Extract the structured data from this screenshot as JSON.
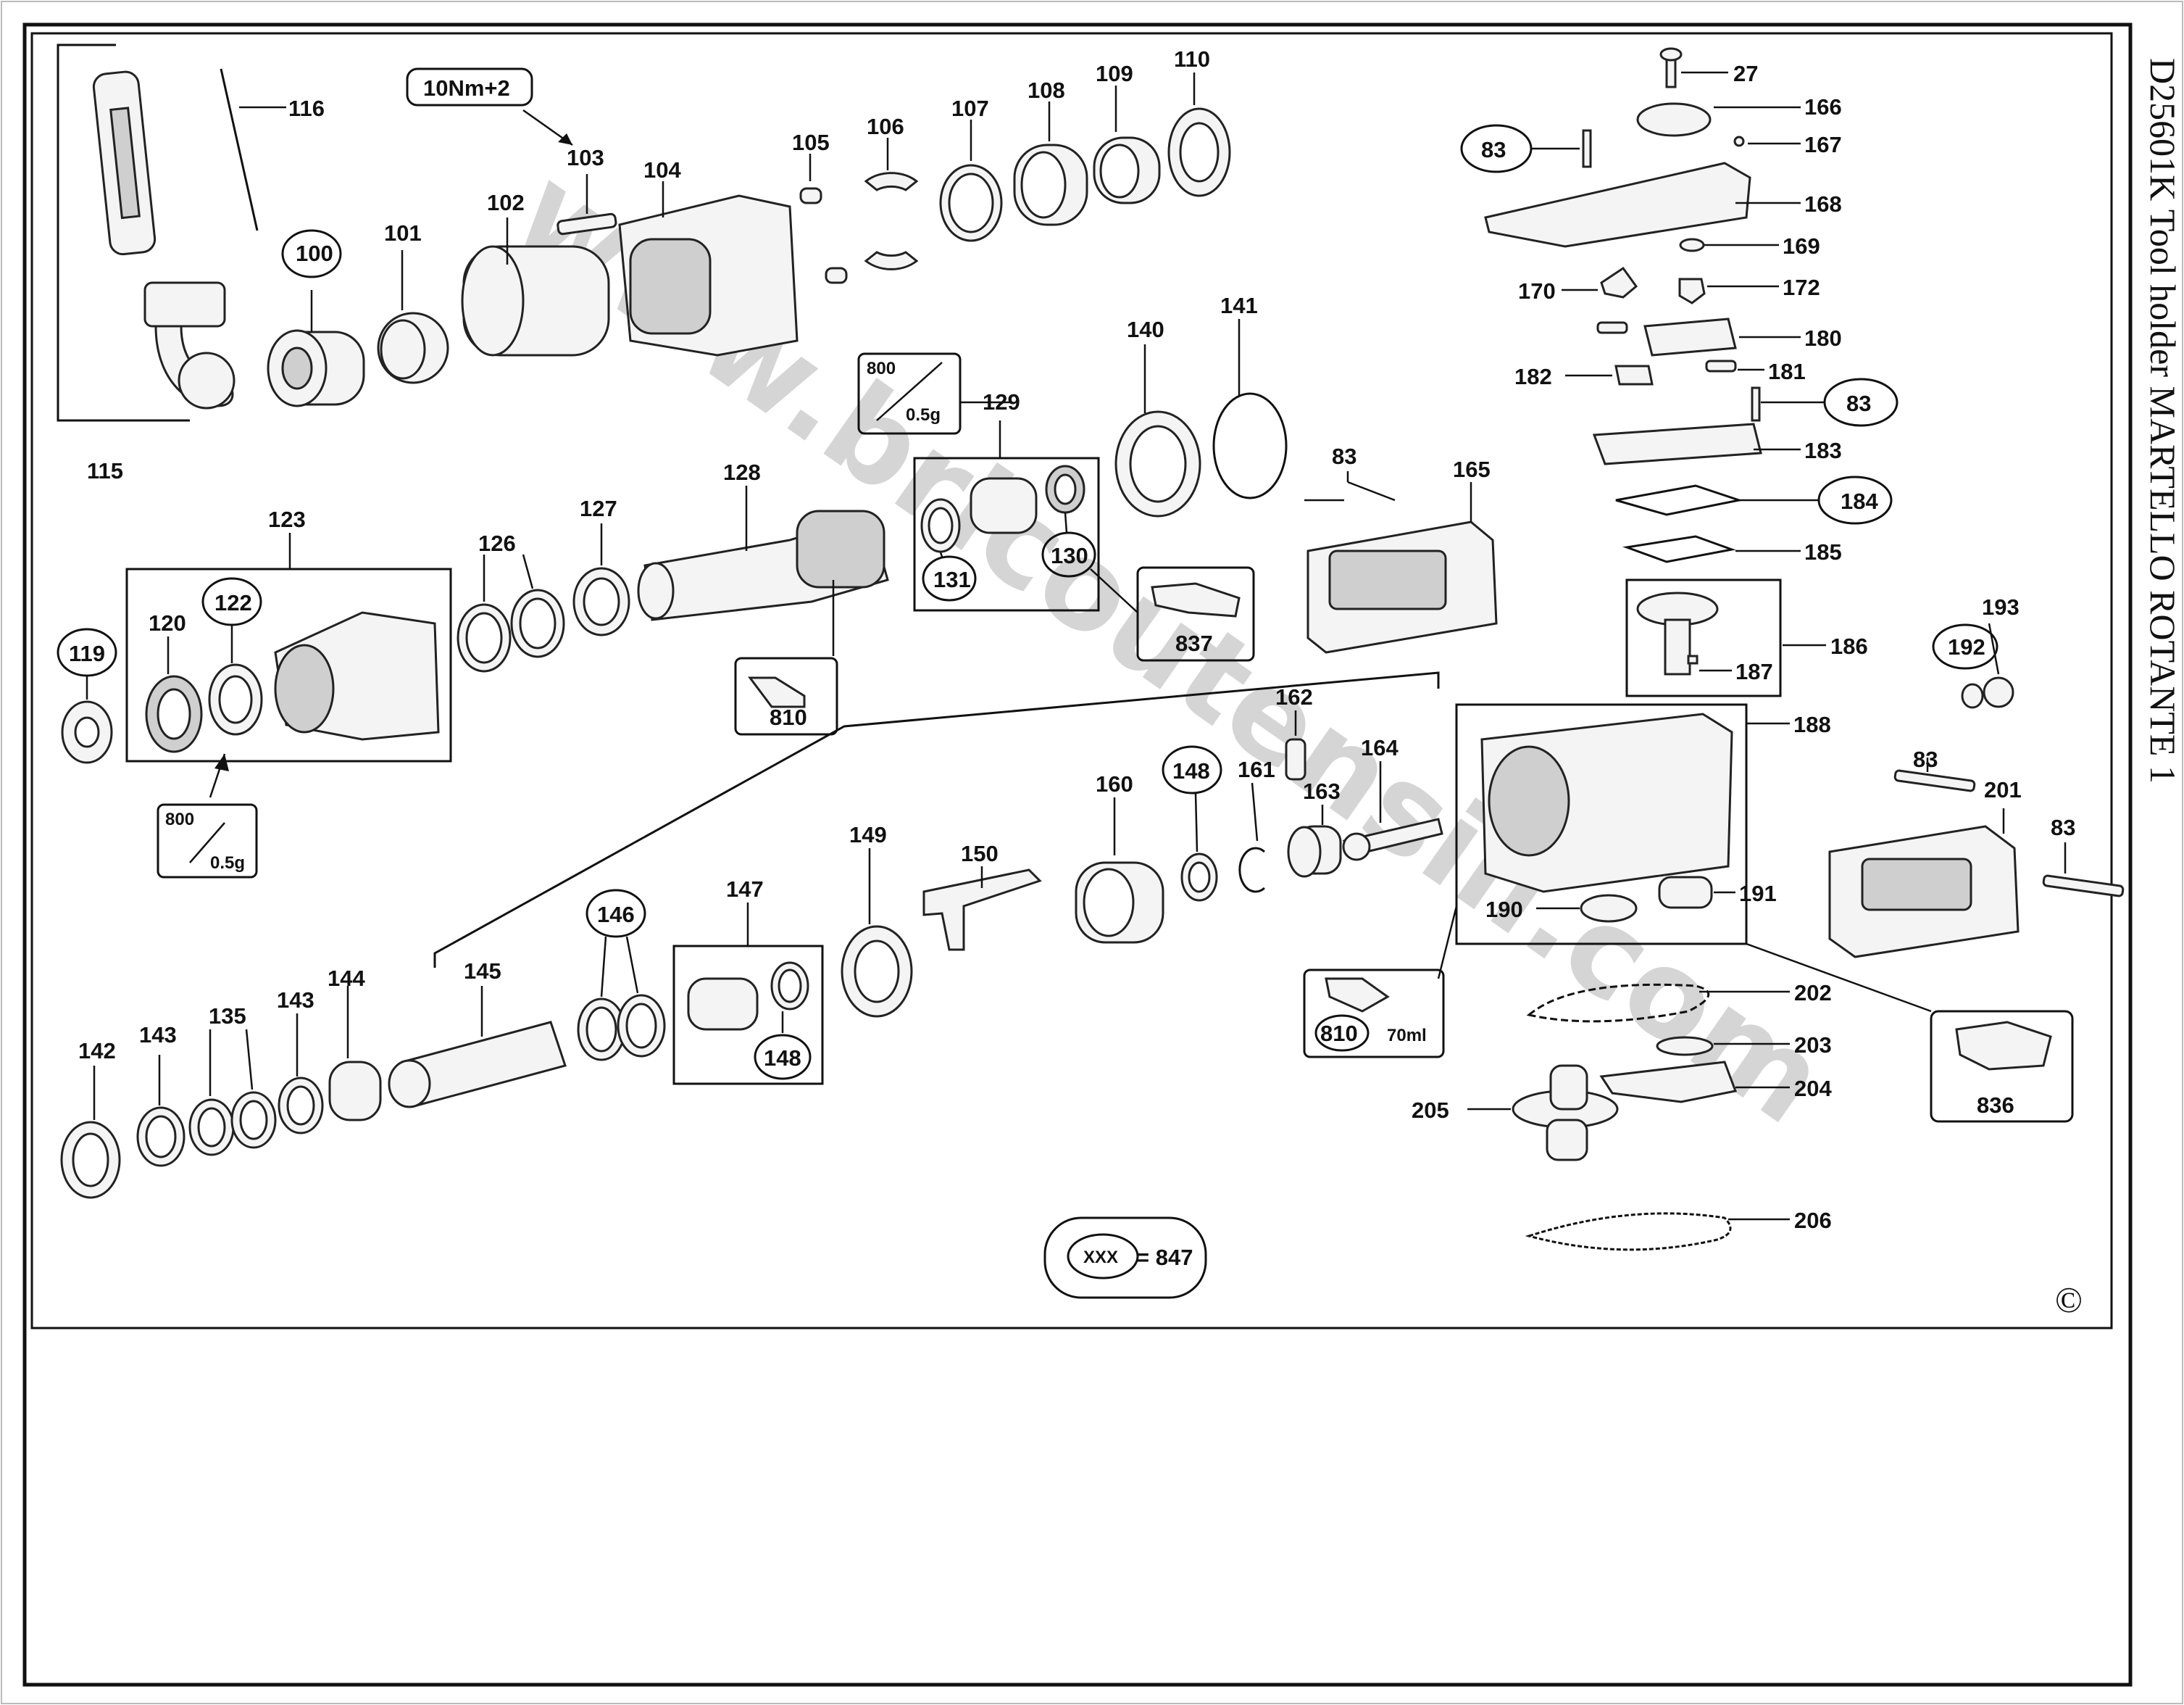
{
  "title": "D25601K  Tool holder  MARTELLO ROTANTE 1",
  "watermark": "www.bricoutensili.com",
  "torque_note": "10Nm+2",
  "lubricant_notes": {
    "grease_code": "800",
    "grease_amount": "0.5g",
    "oil_amount": "70ml"
  },
  "legend": {
    "symbol": "XXX",
    "equals": "= 847"
  },
  "copyright": "©",
  "part_labels": {
    "p27": "27",
    "p83": "83",
    "p100": "100",
    "p101": "101",
    "p102": "102",
    "p103": "103",
    "p104": "104",
    "p105": "105",
    "p106": "106",
    "p107": "107",
    "p108": "108",
    "p109": "109",
    "p110": "110",
    "p115": "115",
    "p116": "116",
    "p119": "119",
    "p120": "120",
    "p122": "122",
    "p123": "123",
    "p126": "126",
    "p127": "127",
    "p128": "128",
    "p129": "129",
    "p130": "130",
    "p131": "131",
    "p135": "135",
    "p140": "140",
    "p141": "141",
    "p142": "142",
    "p143": "143",
    "p144": "144",
    "p145": "145",
    "p146": "146",
    "p147": "147",
    "p148": "148",
    "p149": "149",
    "p150": "150",
    "p160": "160",
    "p161": "161",
    "p162": "162",
    "p163": "163",
    "p164": "164",
    "p165": "165",
    "p166": "166",
    "p167": "167",
    "p168": "168",
    "p169": "169",
    "p170": "170",
    "p172": "172",
    "p180": "180",
    "p181": "181",
    "p182": "182",
    "p183": "183",
    "p184": "184",
    "p185": "185",
    "p186": "186",
    "p187": "187",
    "p188": "188",
    "p190": "190",
    "p191": "191",
    "p192": "192",
    "p193": "193",
    "p201": "201",
    "p202": "202",
    "p203": "203",
    "p204": "204",
    "p205": "205",
    "p206": "206",
    "p810": "810",
    "p836": "836",
    "p837": "837"
  }
}
